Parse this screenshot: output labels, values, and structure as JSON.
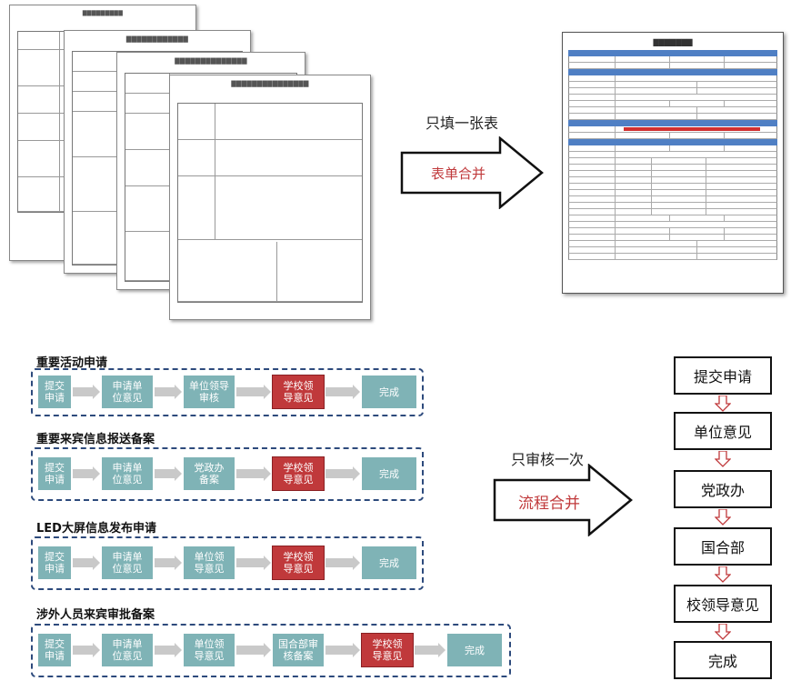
{
  "top": {
    "arrow_top_text": "只填一张表",
    "arrow_inner_text": "表单合并",
    "arrow_color": "#c0393b"
  },
  "bottom": {
    "arrow_top_text": "只审核一次",
    "arrow_inner_text": "流程合并",
    "arrow_color": "#c0393b"
  },
  "flows": [
    {
      "title": "重要活动申请",
      "steps": [
        {
          "label": "提交\n申请",
          "highlight": false
        },
        {
          "label": "申请单\n位意见",
          "highlight": false
        },
        {
          "label": "单位领导\n审核",
          "highlight": false
        },
        {
          "label": "学校领\n导意见",
          "highlight": true
        },
        {
          "label": "完成",
          "highlight": false
        }
      ]
    },
    {
      "title": "重要来宾信息报送备案",
      "steps": [
        {
          "label": "提交\n申请",
          "highlight": false
        },
        {
          "label": "申请单\n位意见",
          "highlight": false
        },
        {
          "label": "党政办\n备案",
          "highlight": false
        },
        {
          "label": "学校领\n导意见",
          "highlight": true
        },
        {
          "label": "完成",
          "highlight": false
        }
      ]
    },
    {
      "title": "LED大屏信息发布申请",
      "steps": [
        {
          "label": "提交\n申请",
          "highlight": false
        },
        {
          "label": "申请单\n位意见",
          "highlight": false
        },
        {
          "label": "单位领\n导意见",
          "highlight": false
        },
        {
          "label": "学校领\n导意见",
          "highlight": true
        },
        {
          "label": "完成",
          "highlight": false
        }
      ]
    },
    {
      "title": "涉外人员来宾审批备案",
      "steps": [
        {
          "label": "提交\n申请",
          "highlight": false
        },
        {
          "label": "申请单\n位意见",
          "highlight": false
        },
        {
          "label": "单位领\n导意见",
          "highlight": false
        },
        {
          "label": "国合部审\n核备案",
          "highlight": false
        },
        {
          "label": "学校领\n导意见",
          "highlight": true
        },
        {
          "label": "完成",
          "highlight": false
        }
      ]
    }
  ],
  "merged_flow": [
    "提交申请",
    "单位意见",
    "党政办",
    "国合部",
    "校领导意见",
    "完成"
  ],
  "colors": {
    "step": "#7fb3b6",
    "step_highlight": "#c0393b",
    "dash": "#2d4a7c",
    "chevron": "#c9c9c9"
  }
}
